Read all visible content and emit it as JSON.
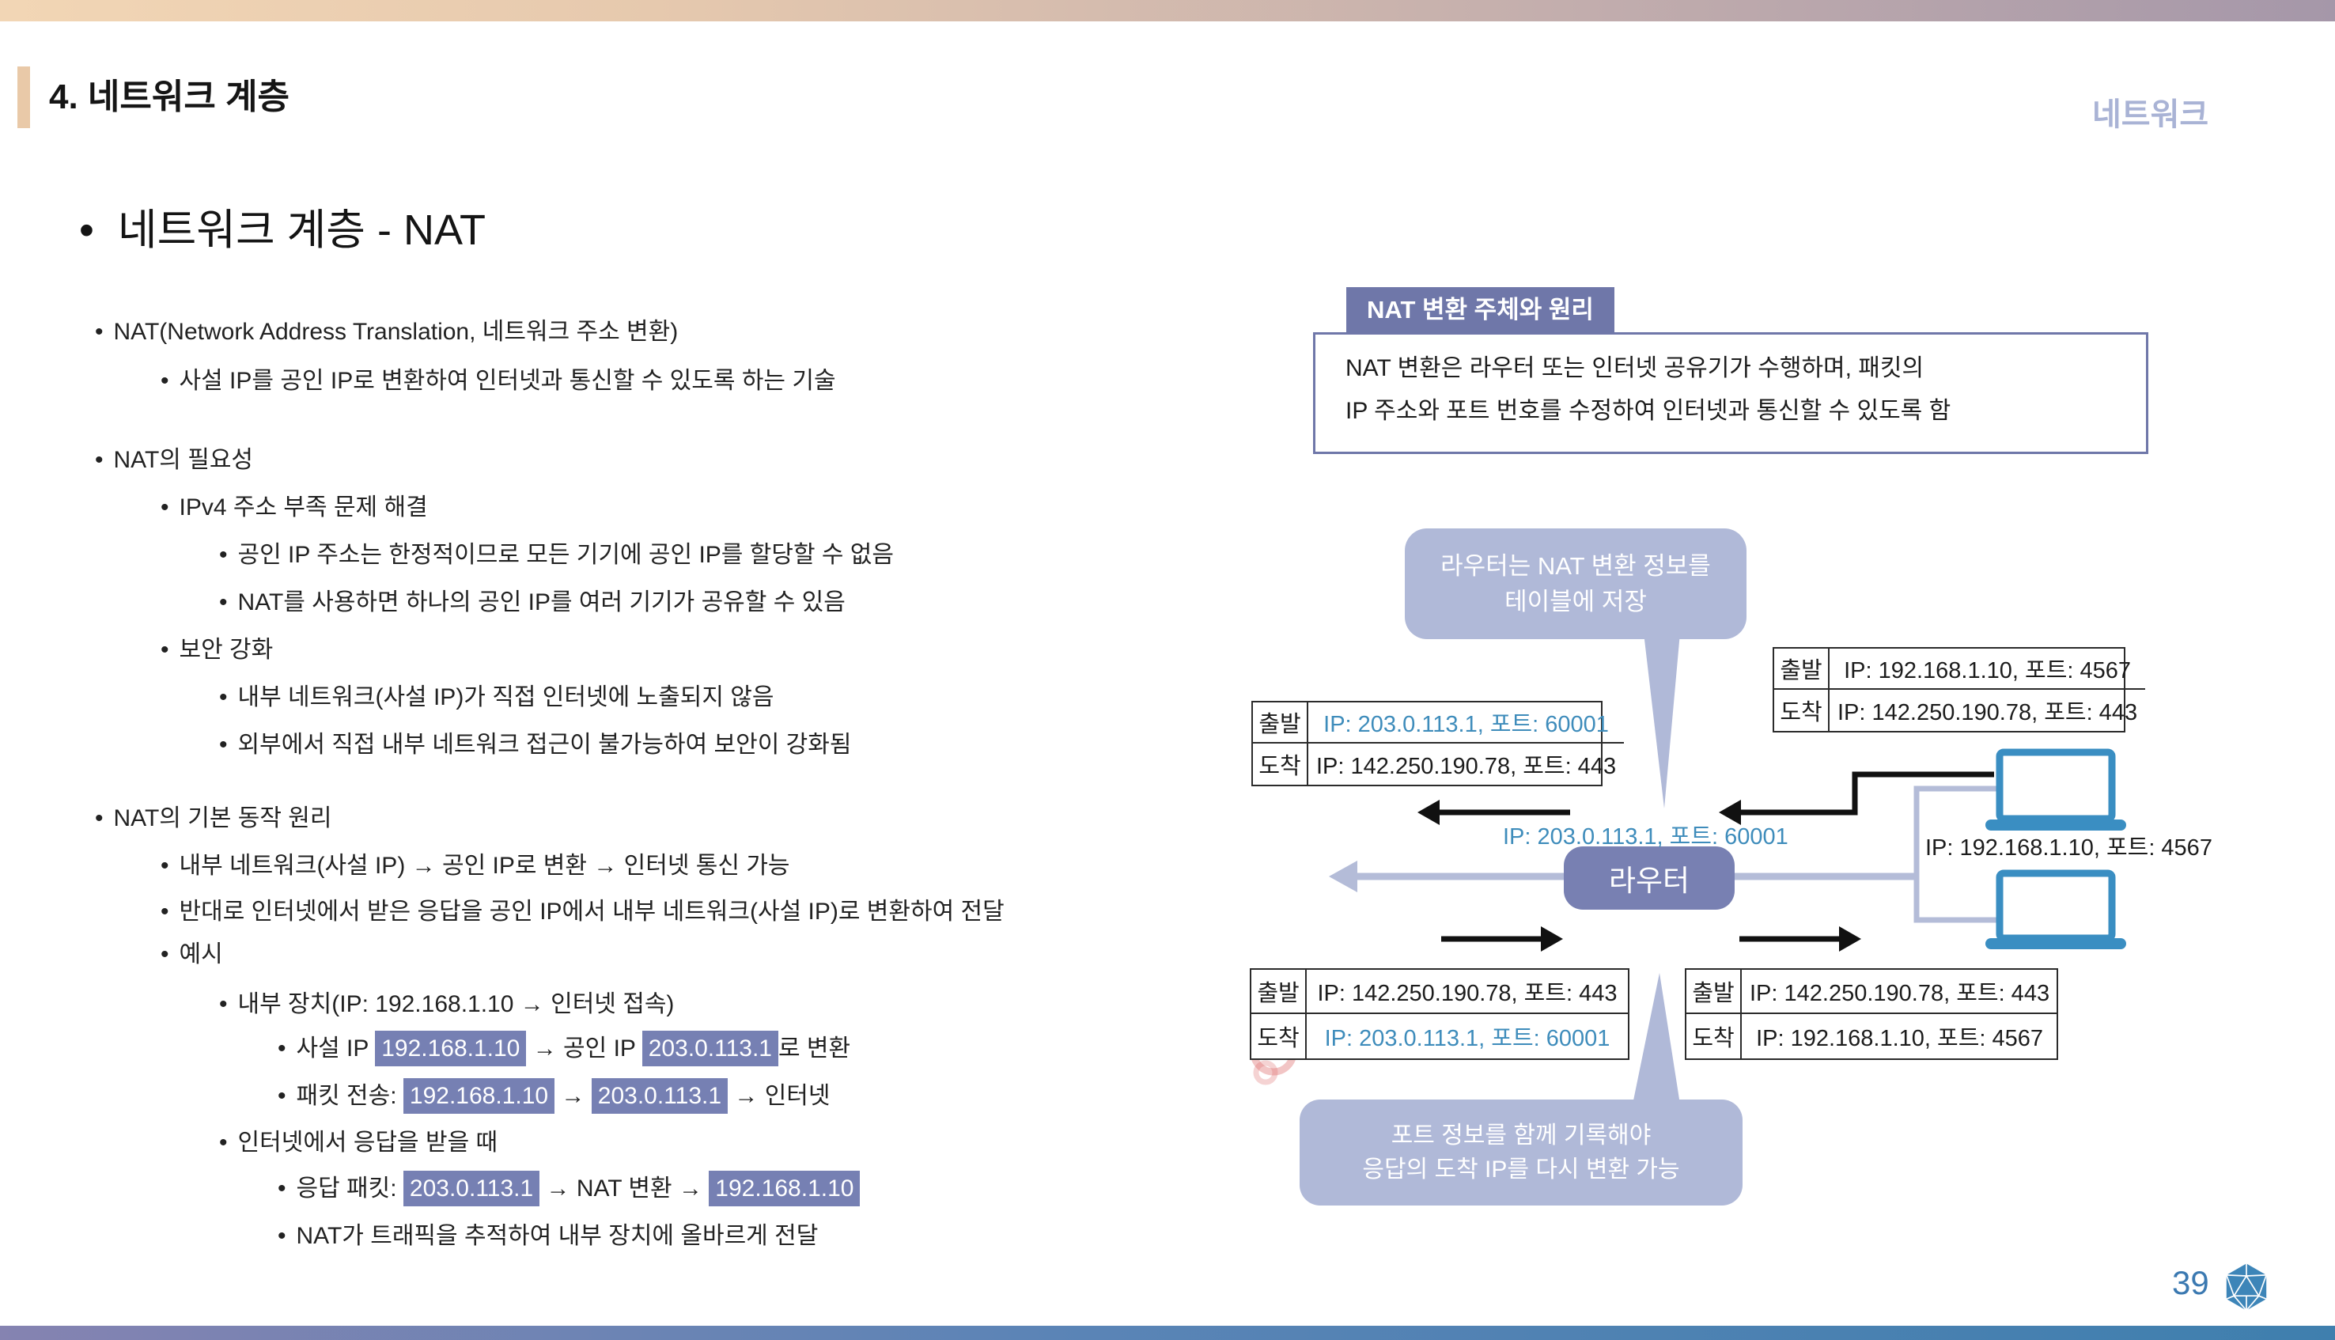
{
  "slide": {
    "header_title": "4. 네트워크 계층",
    "watermark": "네트워크",
    "title": "네트워크 계층 - NAT",
    "page_number": "39"
  },
  "glyphs": {
    "bullet": "•"
  },
  "bullets": {
    "a1": "NAT(Network Address Translation, 네트워크 주소 변환)",
    "a2": "사설 IP를 공인 IP로 변환하여 인터넷과 통신할 수 있도록 하는 기술",
    "b1": "NAT의 필요성",
    "b2": "IPv4 주소 부족 문제 해결",
    "b3": "공인 IP 주소는 한정적이므로 모든 기기에 공인 IP를 할당할 수 없음",
    "b4": "NAT를 사용하면 하나의 공인 IP를 여러 기기가 공유할 수 있음",
    "b5": "보안 강화",
    "b6": "내부 네트워크(사설 IP)가 직접 인터넷에 노출되지 않음",
    "b7": "외부에서 직접 내부 네트워크 접근이 불가능하여 보안이 강화됨",
    "c1": "NAT의 기본 동작 원리",
    "c2": "내부 네트워크(사설 IP) → 공인 IP로 변환 → 인터넷 통신 가능",
    "c3": "반대로 인터넷에서 받은 응답을 공인 IP에서 내부 네트워크(사설 IP)로 변환하여 전달",
    "c4": "예시",
    "c5": "내부 장치(IP: 192.168.1.10 → 인터넷 접속)",
    "c6": {
      "pre": "사설 IP ",
      "chip1": "192.168.1.10",
      "mid": " → 공인 IP ",
      "chip2": "203.0.113.1",
      "post": "로 변환"
    },
    "c7": {
      "pre": "패킷 전송: ",
      "chip1": "192.168.1.10",
      "mid": " → ",
      "chip2": "203.0.113.1",
      "post": " → 인터넷"
    },
    "c8": "인터넷에서 응답을 받을 때",
    "c9": {
      "pre": "응답 패킷: ",
      "chip1": "203.0.113.1",
      "mid": " → NAT 변환 → ",
      "chip2": "192.168.1.10",
      "post": ""
    },
    "c10": "NAT가 트래픽을 추적하여 내부 장치에 올바르게 전달"
  },
  "diagram": {
    "badge": "NAT 변환 주체와 원리",
    "info_line1": "NAT 변환은 라우터 또는 인터넷 공유기가 수행하며, 패킷의",
    "info_line2": "IP 주소와 포트 번호를 수정하여 인터넷과 통신할 수 있도록 함",
    "bubble_top_line1": "라우터는 NAT 변환 정보를",
    "bubble_top_line2": "테이블에 저장",
    "bubble_bottom_line1": "포트 정보를 함께 기록해야",
    "bubble_bottom_line2": "응답의 도착 IP를 다시 변환 가능",
    "router_label": "라우터",
    "router_public_label": "IP: 203.0.113.1, 포트: 60001",
    "device_label": "IP: 192.168.1.10, 포트: 4567",
    "tables": {
      "outbound_public": {
        "rows": [
          {
            "label": "출발",
            "value": "IP: 203.0.113.1, 포트: 60001"
          },
          {
            "label": "도착",
            "value": "IP: 142.250.190.78, 포트: 443"
          }
        ]
      },
      "outbound_private": {
        "rows": [
          {
            "label": "출발",
            "value": "IP: 192.168.1.10, 포트: 4567"
          },
          {
            "label": "도착",
            "value": "IP: 142.250.190.78, 포트: 443"
          }
        ]
      },
      "inbound_public": {
        "rows": [
          {
            "label": "출발",
            "value": "IP: 142.250.190.78, 포트: 443"
          },
          {
            "label": "도착",
            "value": "IP: 203.0.113.1, 포트: 60001"
          }
        ]
      },
      "inbound_private": {
        "rows": [
          {
            "label": "출발",
            "value": "IP: 142.250.190.78, 포트: 443"
          },
          {
            "label": "도착",
            "value": "IP: 192.168.1.10, 포트: 4567"
          }
        ]
      }
    }
  },
  "colors": {
    "accent_indigo": "#6f77a9",
    "highlight_chip": "#7680b3",
    "bubble": "#b0b9d8",
    "router": "#7880b2",
    "ip_blue": "#3e8cbb",
    "laptop_blue": "#3a8ec2",
    "periwinkle_arrow": "#b4bcd8",
    "page_blue": "#3b79b1",
    "top_bar_left": "#f2d6b5",
    "top_bar_right": "#a597a9",
    "bottom_bar_left": "#8583b1",
    "bottom_bar_right": "#3f7fae"
  }
}
